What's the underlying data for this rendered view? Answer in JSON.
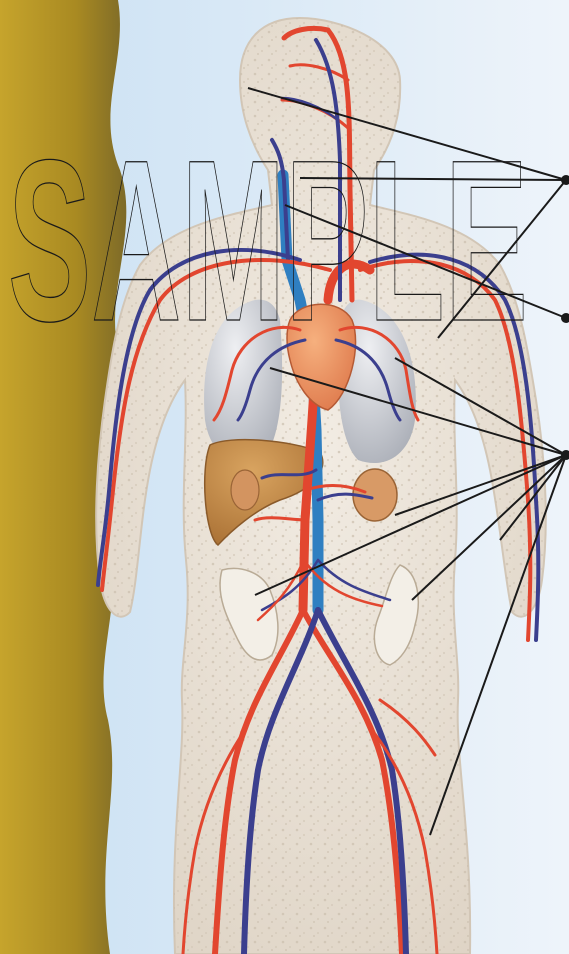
{
  "watermark": {
    "text": "SAMPLE"
  },
  "colors": {
    "artery": "#e2462f",
    "vein": "#3b3f8e",
    "vena_cava": "#2f7fc1",
    "heart": "#e98c5c",
    "liver": "#c98d4a",
    "kidney": "#cf8f5e",
    "lung": "#c9ccd2",
    "body": "#ece4d8",
    "background_left": "#b79a2c",
    "background_right": "#d8e6f2",
    "leader_line": "#1a1a1a"
  },
  "callout_groups": [
    {
      "id": "head-neck",
      "lines": 3
    },
    {
      "id": "upper-body",
      "lines": 1
    },
    {
      "id": "organs",
      "lines": 6
    }
  ]
}
